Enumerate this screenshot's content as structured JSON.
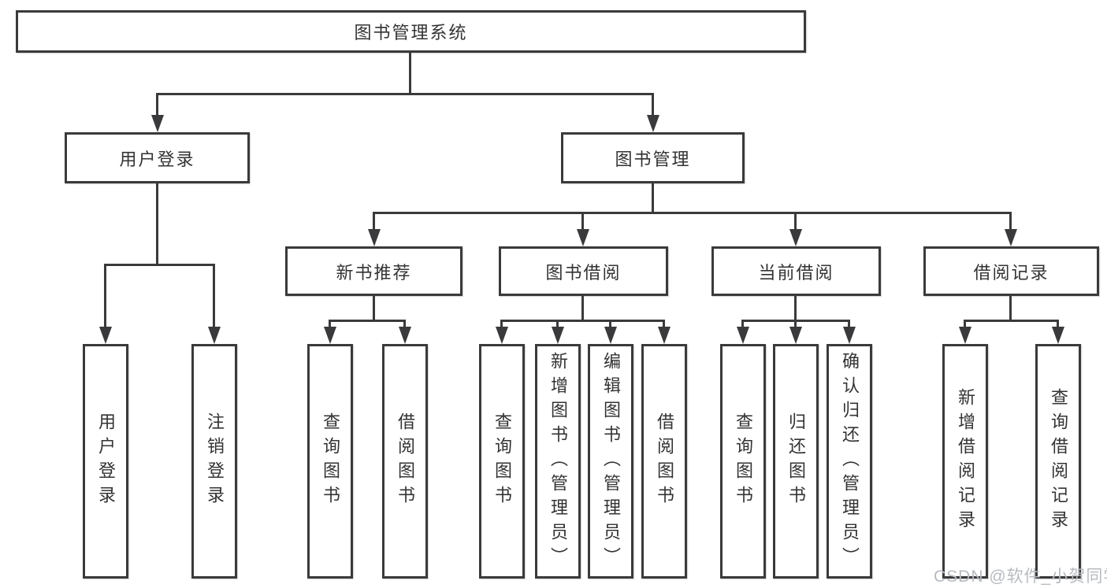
{
  "colors": {
    "line": "#3a3a3c",
    "text": "#333333",
    "background": "#ffffff",
    "watermark_color": "#b7bbc0"
  },
  "diagram": {
    "root": "图书管理系统",
    "level2": {
      "user_login": "用户登录",
      "book_management": "图书管理"
    },
    "level3": {
      "new_book_recommend": "新书推荐",
      "book_borrowing": "图书借阅",
      "current_borrowing": "当前借阅",
      "borrowing_records": "借阅记录"
    },
    "leaves": {
      "user_login": "用户登录",
      "logout": "注销登录",
      "recommend_query_books": "查询图书",
      "recommend_borrow_books": "借阅图书",
      "borrowing_query_books": "查询图书",
      "borrowing_add_books": "新增图书（管理员）",
      "borrowing_edit_books": "编辑图书（管理员）",
      "borrowing_borrow_books": "借阅图书",
      "current_query_books": "查询图书",
      "current_return_books": "归还图书",
      "current_confirm_return": "确认归还（管理员）",
      "records_add_record": "新增借阅记录",
      "records_query_record": "查询借阅记录"
    }
  },
  "watermark": "CSDN @软件_小贺同学"
}
